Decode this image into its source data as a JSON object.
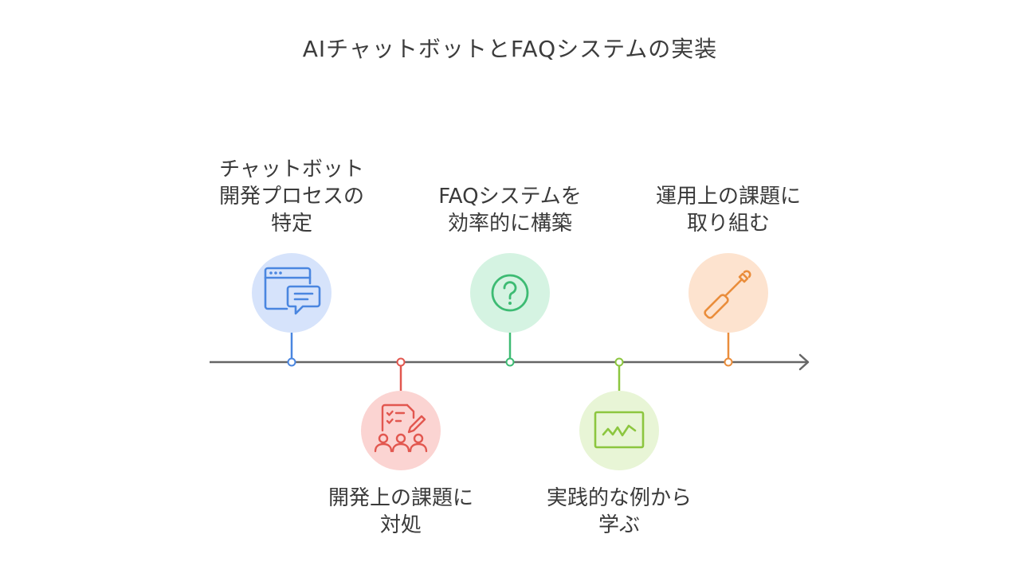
{
  "title": "AIチャットボットとFAQシステムの実装",
  "steps": [
    {
      "label": "チャットボット\n開発プロセスの\n特定",
      "icon": "chat-window-icon",
      "color": "#4a86e0",
      "bg": "#d6e3fb",
      "position": "above"
    },
    {
      "label": "開発上の課題に\n対処",
      "icon": "team-checklist-icon",
      "color": "#e2574f",
      "bg": "#fbd4d2",
      "position": "below"
    },
    {
      "label": "FAQシステムを\n効率的に構築",
      "icon": "question-icon",
      "color": "#3dbb73",
      "bg": "#d5f3e2",
      "position": "above"
    },
    {
      "label": "実践的な例から\n学ぶ",
      "icon": "line-chart-icon",
      "color": "#8cc63f",
      "bg": "#e8f5d6",
      "position": "below"
    },
    {
      "label": "運用上の課題に\n取り組む",
      "icon": "screwdriver-icon",
      "color": "#ea8d3b",
      "bg": "#fde3cf",
      "position": "above"
    }
  ]
}
